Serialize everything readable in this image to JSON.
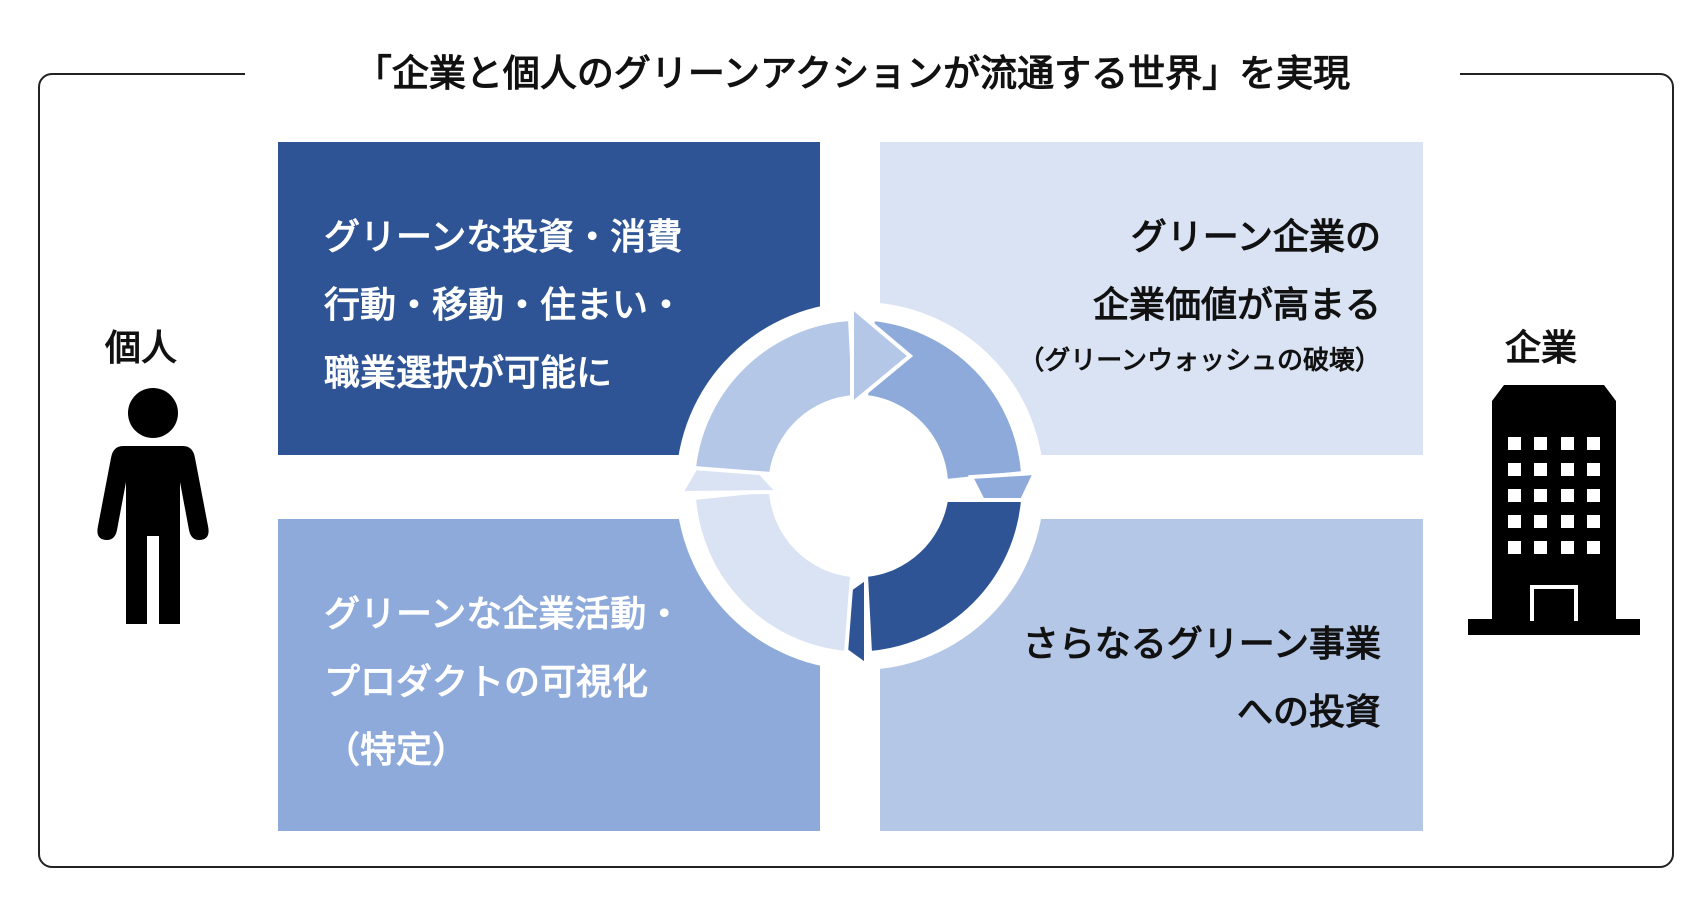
{
  "title": "「企業と個人のグリーンアクションが流通する世界」を実現",
  "left_actor": {
    "label": "個人",
    "icon": "person-icon"
  },
  "right_actor": {
    "label": "企業",
    "icon": "building-icon"
  },
  "quadrants": {
    "top_left": {
      "lines": [
        "グリーンな投資・消費",
        "行動・移動・住まい・",
        "職業選択が可能に"
      ]
    },
    "top_right": {
      "lines": [
        "グリーン企業の",
        "企業価値が高まる"
      ],
      "note": "（グリーンウォッシュの破壊）"
    },
    "bottom_left": {
      "lines": [
        "グリーンな企業活動・",
        "プロダクトの可視化"
      ],
      "note": "（特定）"
    },
    "bottom_right": {
      "lines": [
        "さらなるグリーン事業",
        "への投資"
      ]
    }
  },
  "colors": {
    "dark_blue": "#2e5495",
    "medium_blue": "#8eaadb",
    "light_blue": "#b4c7e7",
    "pale_blue": "#dae3f3"
  }
}
